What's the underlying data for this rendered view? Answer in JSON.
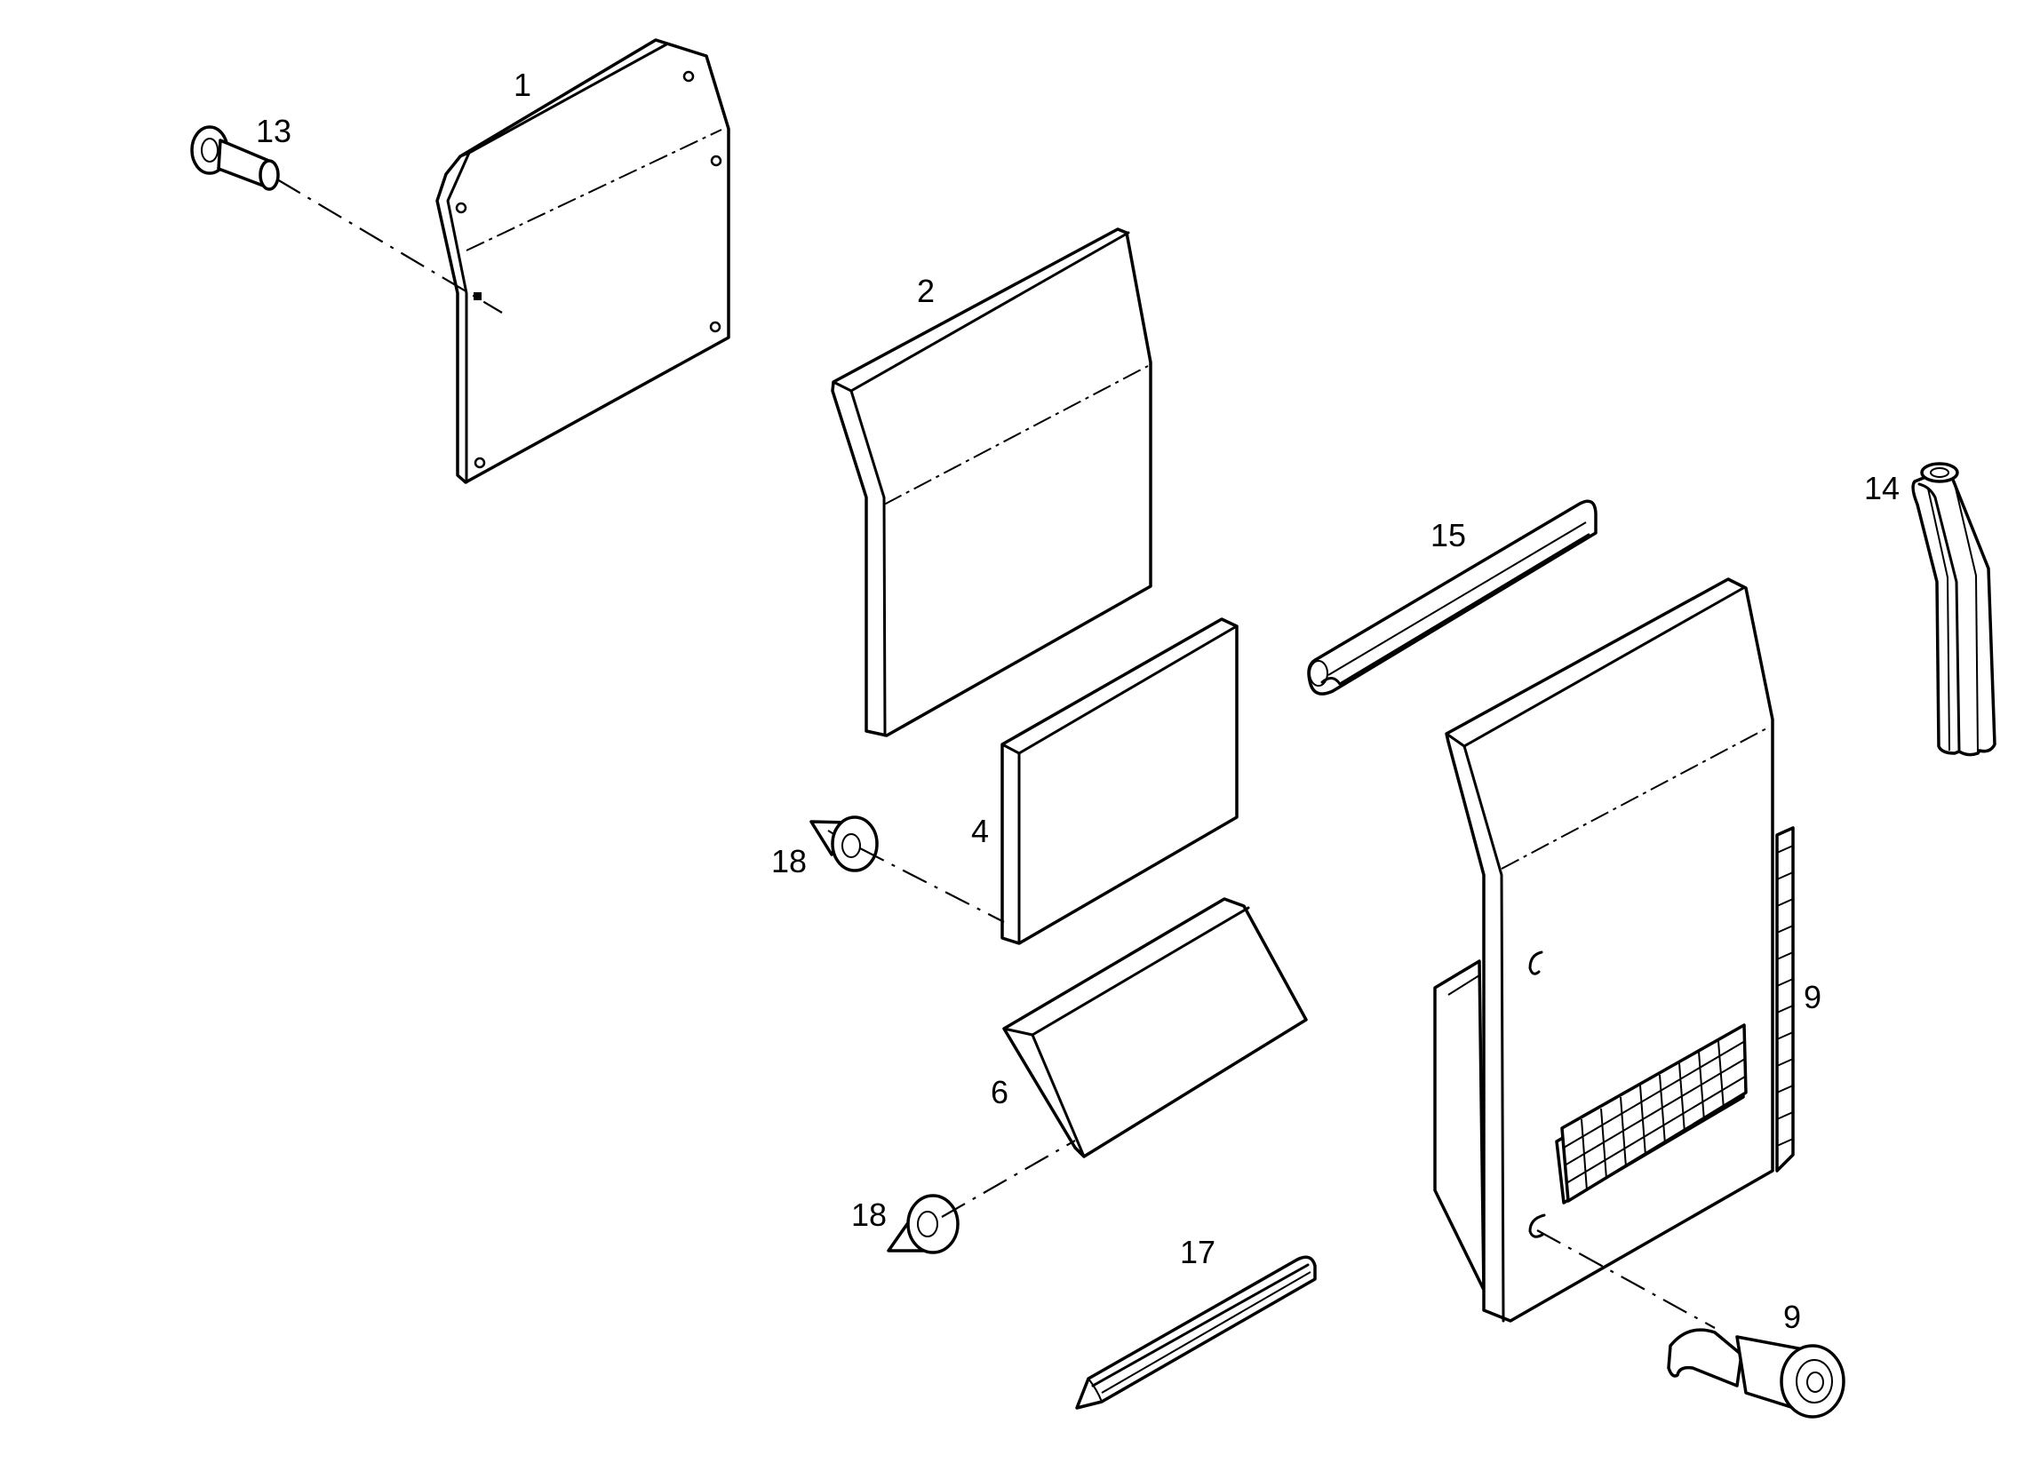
{
  "callouts": {
    "part_1": "1",
    "part_2": "2",
    "part_4": "4",
    "part_6": "6",
    "part_9_panel": "9",
    "part_9_latch": "9",
    "part_13": "13",
    "part_14": "14",
    "part_15": "15",
    "part_17": "17",
    "part_18_upper": "18",
    "part_18_lower": "18"
  },
  "colors": {
    "line": "#000000",
    "background": "#ffffff"
  }
}
